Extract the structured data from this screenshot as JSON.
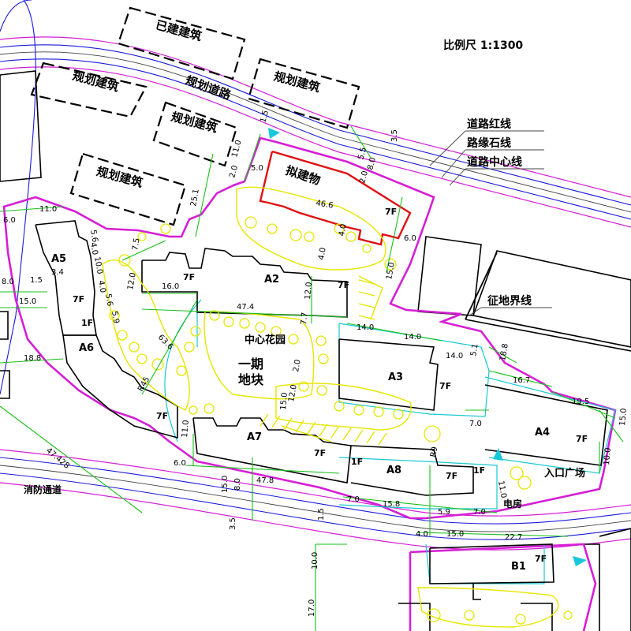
{
  "scale_label": "比例尺  1:1300",
  "existing_building_label": "已建建筑",
  "planned_building_labels": [
    "规划建筑",
    "规划建筑",
    "规划建筑",
    "规划建筑"
  ],
  "planned_road_label": "规划道路",
  "proposed_building_label": "拟建物",
  "legend": {
    "red_line": "道路红线",
    "curb_line": "路缘石线",
    "center_line": "道路中心线",
    "land_boundary": "征地界线"
  },
  "central_garden": "中心花园",
  "phase_one": "一期",
  "plot": "地块",
  "entrance_plaza": "入口广场",
  "fire_lane": "消防通道",
  "substation": "电房",
  "buildings": {
    "A2": "A2",
    "A3": "A3",
    "A4": "A4",
    "A5": "A5",
    "A6": "A6",
    "A7": "A7",
    "A8": "A8",
    "B1": "B1"
  },
  "floors": "7F",
  "floors_alt": "1F",
  "dimensions": {
    "d_11_0_top": "11.0",
    "d_1_5_top": "1.5",
    "d_3_5_top": "3.5",
    "d_5_5": "5.5",
    "d_8_0": "8.0",
    "d_2_0a": "2.0",
    "d_5_0": "5.0",
    "d_2_0b": "2.0",
    "d_46_6": "46.6",
    "d_4_0a": "4.0",
    "d_6_0a": "6.0",
    "d_25_1": "25.1",
    "d_15_0a": "15.0",
    "d_6_0left": "6.0",
    "d_11_0left": "11.0",
    "d_5_6": "5.6",
    "d_4_0b": "4.0",
    "d_10_0a": "10.0",
    "d_4_0c": "4.0",
    "d_5_6b": "5.6",
    "d_5_9": "5.9",
    "d_7_5": "7.5",
    "d_12_0a": "12.0",
    "d_16_0": "16.0",
    "d_4_0d": "4.0",
    "d_12_0b": "12.0",
    "d_47_4": "47.4",
    "d_7_7": "7.7",
    "d_14_0a": "14.0",
    "d_14_0b": "14.0",
    "d_14_0c": "14.0",
    "d_8_0left": "8.0",
    "d_1_5left": "1.5",
    "d_3_4": "3.4",
    "d_15_0left": "15.0",
    "d_18_8left": "18.8",
    "d_63_6": "63.6",
    "d_r45": "R45",
    "d_12_0c": "12.0",
    "d_2_0c": "2.0",
    "d_15_0b": "15.0",
    "d_5_1": "5.1",
    "d_18_8right": "18.8",
    "d_16_7": "16.7",
    "d_19_5": "19.5",
    "d_15_0right": "15.0",
    "d_7_0a": "7.0",
    "d_10_0right": "10.0",
    "d_r92": "R9",
    "d_11_0right": "11.0",
    "d_47_428": "47.428",
    "d_11_0b": "11.0",
    "d_6_0b": "6.0",
    "d_47_8": "47.8",
    "d_15_0c": "15.0",
    "d_8_0b": "8.0",
    "d_3_5b": "3.5",
    "d_1_5b": "1.5",
    "d_7_0b": "7.0",
    "d_15_8": "15.8",
    "d_5_9b": "5.9",
    "d_7_0c": "7.0",
    "d_4_0e": "4.0",
    "d_15_0d": "15.0",
    "d_22_7": "22.7",
    "d_10_0b": "10.0",
    "d_17_0": "17.0"
  },
  "colors": {
    "site_boundary": "#d61ed6",
    "proposed_building": "#e01010",
    "road_lines": "#1a1adc",
    "setback_lines": "#18c8d2",
    "dimension_lines": "#18c018",
    "landscape": "#e6e600",
    "entrance_arrow": "#16c8dc"
  }
}
